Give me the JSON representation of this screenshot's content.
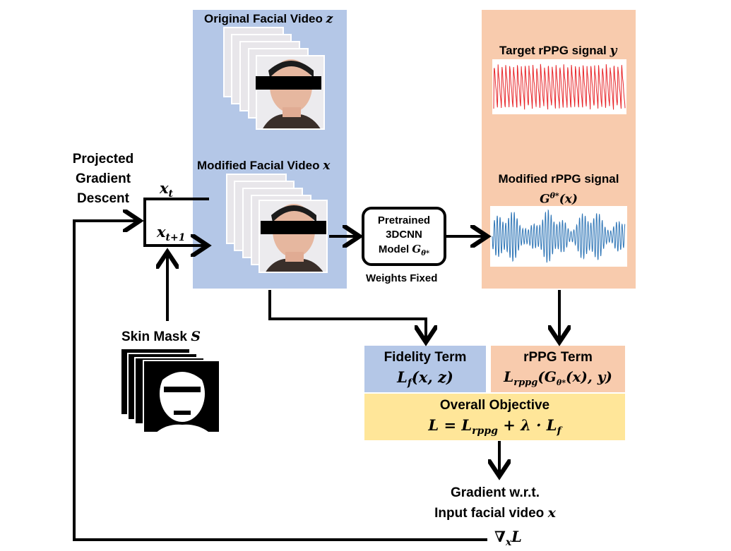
{
  "pgd": {
    "line1": "Projected",
    "line2": "Gradient",
    "line3": "Descent"
  },
  "xt": "x",
  "xt_sub": "t",
  "xt1": "x",
  "xt1_sub": "t+1",
  "original_video": {
    "label": "Original Facial Video ",
    "var": "z"
  },
  "modified_video": {
    "label": "Modified Facial Video ",
    "var": "x"
  },
  "skin_mask": {
    "label": "Skin Mask ",
    "var": "S"
  },
  "model": {
    "line1": "Pretrained",
    "line2": "3DCNN",
    "line3": "Model ",
    "var": "G",
    "sub": "θ*",
    "caption": "Weights Fixed"
  },
  "target_signal": {
    "label": "Target rPPG signal ",
    "var": "y"
  },
  "modified_signal": {
    "label": "Modified rPPG signal",
    "formula": "G",
    "sub": "θ*",
    "arg": "(x)"
  },
  "fidelity": {
    "title": "Fidelity Term",
    "formula": "L",
    "sub": "f",
    "args": "(x, z)"
  },
  "rppg_term": {
    "title": "rPPG Term",
    "formula": "L",
    "sub": "rppg",
    "args": "(G",
    "sub2": "θ*",
    "args2": "(x), y)"
  },
  "objective": {
    "title": "Overall Objective",
    "lhs": "L = L",
    "sub1": "rppg",
    "mid": " + λ · L",
    "sub2": "f"
  },
  "gradient": {
    "line1": "Gradient w.r.t.",
    "line2": "Input facial video ",
    "var": "x"
  },
  "nabla": {
    "symbol": "∇",
    "sub": "x",
    "var": "L"
  },
  "colors": {
    "blue_panel": "#b4c7e7",
    "orange_panel": "#f8cbad",
    "yellow_panel": "#ffe699",
    "target_signal": "#e8262a",
    "modified_signal": "#2e75b6"
  }
}
